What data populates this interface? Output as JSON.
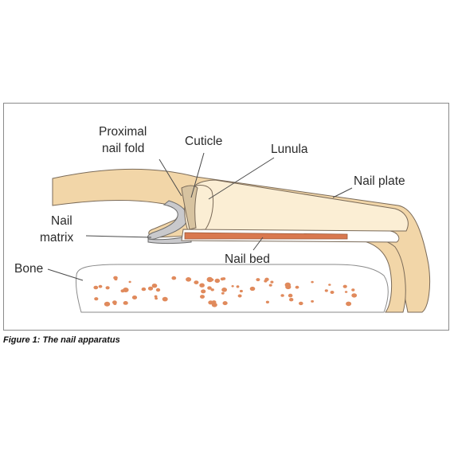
{
  "labels": {
    "proximal_nail_fold_line1": "Proximal",
    "proximal_nail_fold_line2": "nail fold",
    "cuticle": "Cuticle",
    "lunula": "Lunula",
    "nail_plate": "Nail plate",
    "nail_matrix_line1": "Nail",
    "nail_matrix_line2": "matrix",
    "nail_bed": "Nail bed",
    "bone": "Bone"
  },
  "caption": "Figure 1: The nail apparatus",
  "colors": {
    "skin": "#f2d6a8",
    "nail_plate": "#fbeed4",
    "matrix": "#c9c9cc",
    "nail_bed": "#d9784f",
    "bone_dots": "#e08a5c",
    "outline": "#6b6b6b"
  }
}
